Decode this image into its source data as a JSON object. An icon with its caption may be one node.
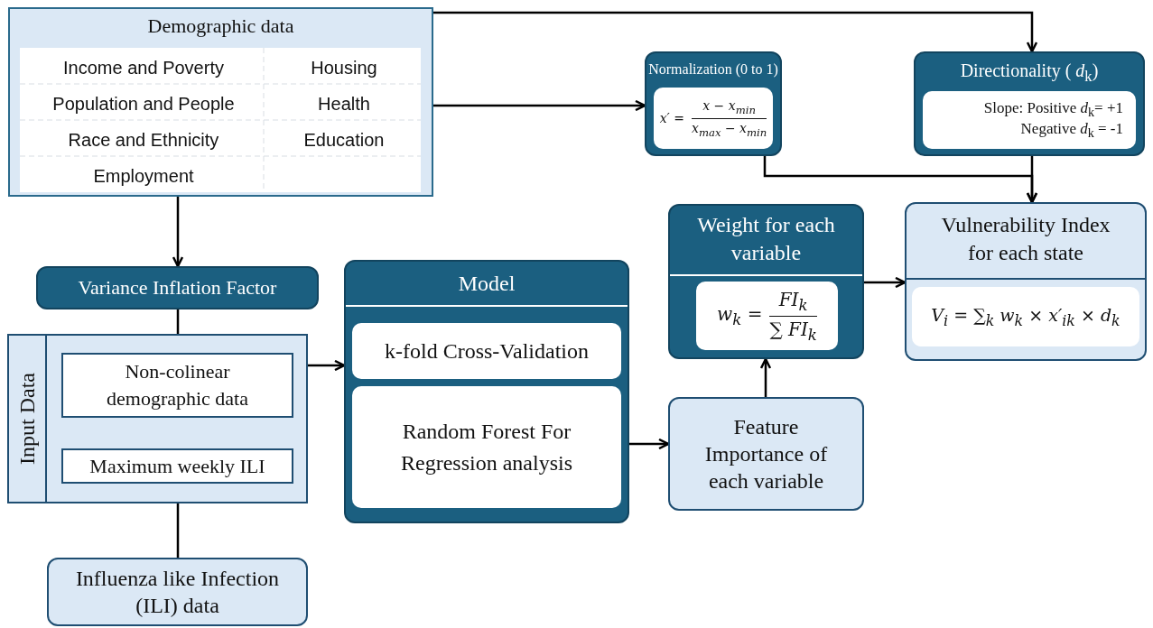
{
  "diagram": {
    "nodes": [
      {
        "text": [
          "Demographic data"
        ]
      },
      {
        "text": [
          "Income and Poverty"
        ],
        "in": 0
      },
      {
        "text": [
          "Housing"
        ],
        "in": 0
      },
      {
        "text": [
          "Population and People"
        ],
        "in": 0
      },
      {
        "text": [
          "Health"
        ],
        "in": 0
      },
      {
        "text": [
          "Race and Ethnicity"
        ],
        "in": 0
      },
      {
        "text": [
          "Education"
        ],
        "in": 0
      },
      {
        "text": [
          "Employment"
        ],
        "in": 0
      },
      {
        "text": [
          "Normalization (0 to 1)",
          "x′ =",
          "x − x$_{min}$",
          "x$_{max}$ − x$_{min}$"
        ]
      },
      {
        "text": [
          "Directionality ( *d*$_{k}$)",
          "Slope: Positive  *d*$_{k}$= +1",
          "Negative  *d*$_{k}$ = -1"
        ]
      },
      {
        "text": [
          "Variance Inflation Factor"
        ]
      },
      {
        "text": [
          "Input Data"
        ]
      },
      {
        "text": [
          "Non-colinear demographic data"
        ],
        "in": 11
      },
      {
        "text": [
          "Maximum weekly ILI"
        ],
        "in": 11
      },
      {
        "text": [
          "Model"
        ]
      },
      {
        "text": [
          "k-fold Cross-Validation"
        ],
        "in": 14
      },
      {
        "text": [
          "Random Forest For Regression analysis"
        ],
        "in": 14
      },
      {
        "text": [
          "Feature Importance of each variable"
        ]
      },
      {
        "text": [
          "Weight for each variable",
          "w$_{k}$ =",
          "FI$_{k}$",
          "∑ FI$_{k}$"
        ]
      },
      {
        "text": [
          "Vulnerability Index for each state",
          "V$_{i}$ = ∑$_{k}$ w$_{k}$ × x′$_{ik}$ × d$_{k}$"
        ]
      },
      {
        "text": [
          "Influenza like Infection (ILI) data"
        ]
      }
    ],
    "edges": [
      {
        "from": 0,
        "to": 9,
        "arrow": "to"
      },
      {
        "from": 0,
        "to": 8,
        "arrow": "to"
      },
      {
        "from": 0,
        "to": 10,
        "arrow": "to"
      },
      {
        "from": 10,
        "to": 12,
        "arrow": "to"
      },
      {
        "from": 20,
        "to": 13,
        "arrow": "to"
      },
      {
        "from": 11,
        "to": 14,
        "arrow": "to"
      },
      {
        "from": 14,
        "to": 17,
        "arrow": "to"
      },
      {
        "from": 17,
        "to": 18,
        "arrow": "to"
      },
      {
        "from": 18,
        "to": 19,
        "arrow": "to"
      },
      {
        "from": 8,
        "to": 19,
        "arrow": "to"
      },
      {
        "from": 9,
        "to": 19,
        "arrow": "to"
      }
    ]
  }
}
